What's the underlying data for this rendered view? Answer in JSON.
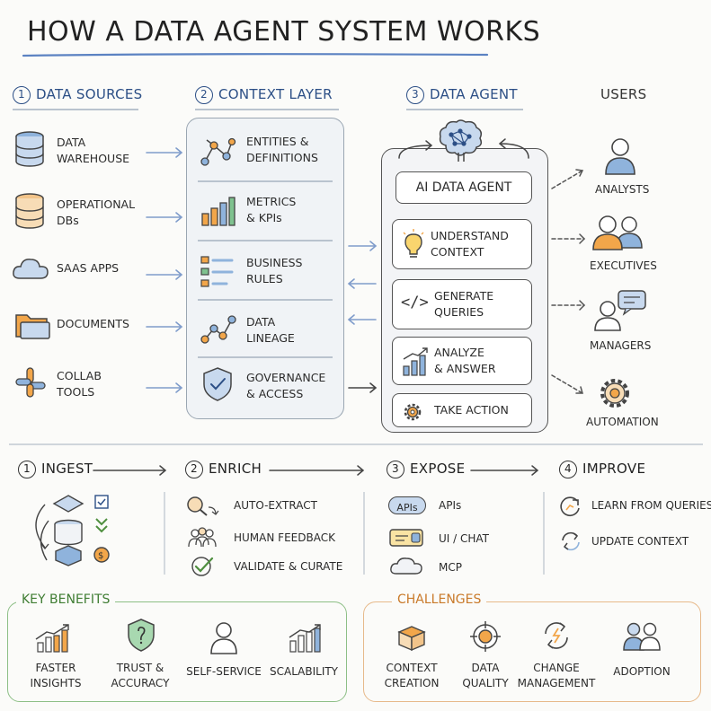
{
  "title": "HOW A DATA AGENT SYSTEM WORKS",
  "columns": {
    "sources": {
      "num": "1",
      "label": "DATA SOURCES"
    },
    "context": {
      "num": "2",
      "label": "CONTEXT LAYER"
    },
    "agent": {
      "num": "3",
      "label": "DATA AGENT"
    },
    "users": {
      "label": "USERS"
    }
  },
  "sources": {
    "warehouse": [
      "DATA",
      "WAREHOUSE"
    ],
    "operational": [
      "OPERATIONAL",
      "DBs"
    ],
    "saas": "SAAS APPS",
    "documents": "DOCUMENTS",
    "collab": [
      "COLLAB",
      "TOOLS"
    ]
  },
  "context": {
    "entities": [
      "ENTITIES &",
      "DEFINITIONS"
    ],
    "metrics": [
      "METRICS",
      "& KPIs"
    ],
    "rules": [
      "BUSINESS",
      "RULES"
    ],
    "lineage": [
      "DATA",
      "LINEAGE"
    ],
    "governance": [
      "GOVERNANCE",
      "& ACCESS"
    ]
  },
  "agent": {
    "title": "AI DATA AGENT",
    "understand": [
      "UNDERSTAND",
      "CONTEXT"
    ],
    "generate": [
      "GENERATE",
      "QUERIES"
    ],
    "analyze": [
      "ANALYZE",
      "& ANSWER"
    ],
    "action": "TAKE ACTION"
  },
  "users": {
    "analysts": "ANALYSTS",
    "executives": "EXECUTIVES",
    "managers": "MANAGERS",
    "automation": "AUTOMATION"
  },
  "process": {
    "ingest": {
      "num": "1",
      "label": "INGEST"
    },
    "enrich": {
      "num": "2",
      "label": "ENRICH",
      "items": [
        "AUTO-EXTRACT",
        "HUMAN FEEDBACK",
        "VALIDATE & CURATE"
      ]
    },
    "expose": {
      "num": "3",
      "label": "EXPOSE",
      "badge": "APIs",
      "items": [
        "APIs",
        "UI / CHAT",
        "MCP"
      ]
    },
    "improve": {
      "num": "4",
      "label": "IMPROVE",
      "items": [
        "LEARN FROM QUERIES",
        "UPDATE CONTEXT"
      ]
    }
  },
  "benefits": {
    "title": "KEY BENEFITS",
    "items": [
      [
        "FASTER",
        "INSIGHTS"
      ],
      [
        "TRUST &",
        "ACCURACY"
      ],
      [
        "SELF-SERVICE"
      ],
      [
        "SCALABILITY"
      ]
    ]
  },
  "challenges": {
    "title": "CHALLENGES",
    "items": [
      [
        "CONTEXT",
        "CREATION"
      ],
      [
        "DATA",
        "QUALITY"
      ],
      [
        "CHANGE",
        "MANAGEMENT"
      ],
      [
        "ADOPTION"
      ]
    ]
  },
  "colors": {
    "accent": "#2c4f86",
    "benefits": "#3f7d33",
    "challenges": "#c97a2a",
    "icon_orange": "#f2a64a",
    "icon_blue": "#8fb3dc"
  }
}
